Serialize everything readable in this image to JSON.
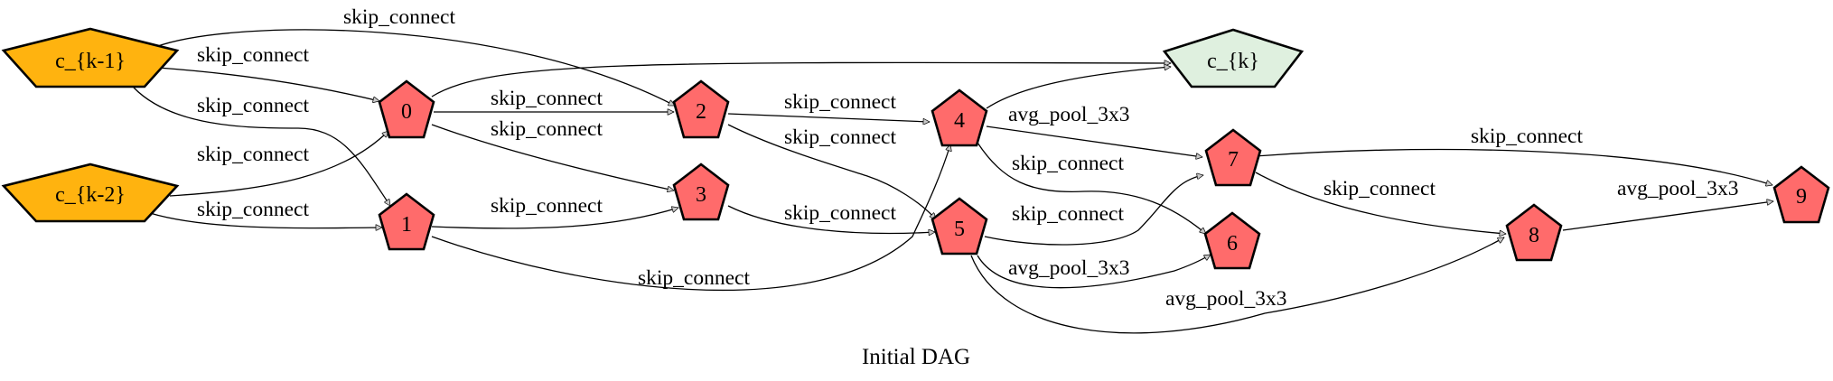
{
  "title": "Initial DAG",
  "colors": {
    "input_node": "#ffb30f",
    "output_node": "#dff0df",
    "op_node": "#ff6b6b",
    "edge": "#000000"
  },
  "nodes": {
    "c_k_minus_1": {
      "label": "c_{k-1}"
    },
    "c_k_minus_2": {
      "label": "c_{k-2}"
    },
    "n0": {
      "label": "0"
    },
    "n1": {
      "label": "1"
    },
    "n2": {
      "label": "2"
    },
    "n3": {
      "label": "3"
    },
    "n4": {
      "label": "4"
    },
    "n5": {
      "label": "5"
    },
    "n6": {
      "label": "6"
    },
    "n7": {
      "label": "7"
    },
    "n8": {
      "label": "8"
    },
    "n9": {
      "label": "9"
    },
    "c_k": {
      "label": "c_{k}"
    }
  },
  "edges": [
    {
      "from": "c_{k-1}",
      "to": "2",
      "label": "skip_connect"
    },
    {
      "from": "c_{k-1}",
      "to": "0",
      "label": "skip_connect"
    },
    {
      "from": "c_{k-1}",
      "to": "1",
      "label": "skip_connect"
    },
    {
      "from": "c_{k-2}",
      "to": "0",
      "label": "skip_connect"
    },
    {
      "from": "c_{k-2}",
      "to": "1",
      "label": "skip_connect"
    },
    {
      "from": "0",
      "to": "2",
      "label": "skip_connect"
    },
    {
      "from": "0",
      "to": "3",
      "label": "skip_connect"
    },
    {
      "from": "0",
      "to": "c_{k}",
      "label": ""
    },
    {
      "from": "1",
      "to": "3",
      "label": "skip_connect"
    },
    {
      "from": "1",
      "to": "4",
      "label": "skip_connect"
    },
    {
      "from": "2",
      "to": "4",
      "label": "skip_connect"
    },
    {
      "from": "2",
      "to": "5",
      "label": "skip_connect"
    },
    {
      "from": "3",
      "to": "5",
      "label": "skip_connect"
    },
    {
      "from": "4",
      "to": "c_{k}",
      "label": ""
    },
    {
      "from": "4",
      "to": "7",
      "label": "avg_pool_3x3"
    },
    {
      "from": "4",
      "to": "6",
      "label": "skip_connect"
    },
    {
      "from": "5",
      "to": "7",
      "label": "skip_connect"
    },
    {
      "from": "5",
      "to": "6",
      "label": "avg_pool_3x3"
    },
    {
      "from": "5",
      "to": "8",
      "label": "avg_pool_3x3"
    },
    {
      "from": "7",
      "to": "9",
      "label": "skip_connect"
    },
    {
      "from": "7",
      "to": "8",
      "label": "skip_connect"
    },
    {
      "from": "8",
      "to": "9",
      "label": "avg_pool_3x3"
    }
  ]
}
